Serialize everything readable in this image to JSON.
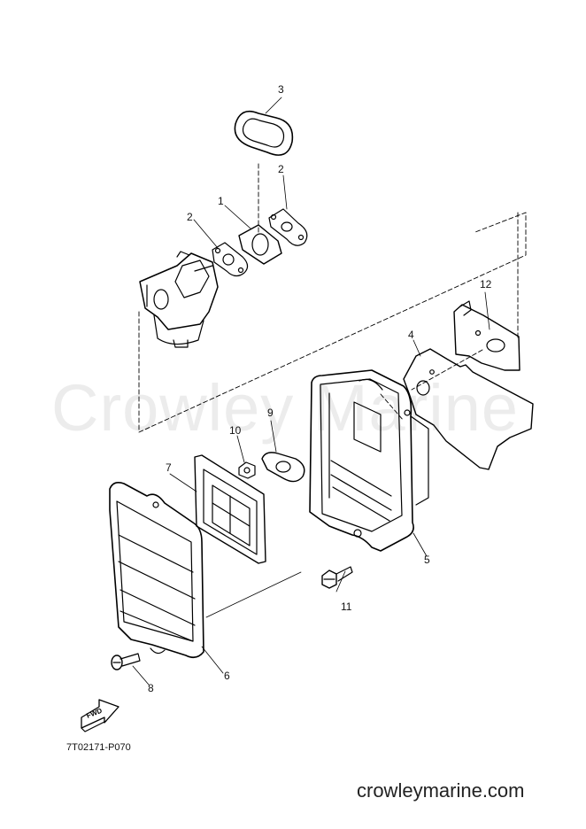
{
  "watermark": "Crowley Marine",
  "callouts": {
    "p1": "1",
    "p2a": "2",
    "p2b": "2",
    "p3": "3",
    "p4": "4",
    "p5": "5",
    "p6": "6",
    "p7": "7",
    "p8": "8",
    "p9": "9",
    "p10": "10",
    "p11": "11",
    "p12": "12"
  },
  "fwd_label": "FWD",
  "drawing_code": "7T02171-P070",
  "site_url": "crowleymarine.com"
}
